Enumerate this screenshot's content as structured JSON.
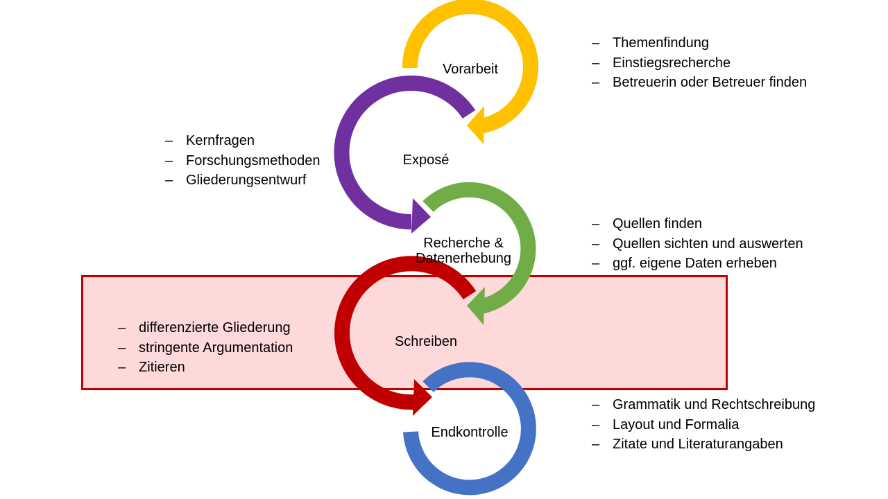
{
  "colors": {
    "vorarbeit": "#ffc000",
    "expose": "#7030a0",
    "recherche": "#70ad47",
    "schreiben": "#c00000",
    "endkontrolle": "#4472c4",
    "highlight_fill": "#fdd9da",
    "highlight_border": "#c00000"
  },
  "stages": [
    {
      "label_lines": [
        "Vorarbeit"
      ],
      "color": "#ffc000"
    },
    {
      "label_lines": [
        "Exposé"
      ],
      "color": "#7030a0"
    },
    {
      "label_lines": [
        "Recherche &",
        "Datenerhebung"
      ],
      "color": "#70ad47"
    },
    {
      "label_lines": [
        "Schreiben"
      ],
      "color": "#c00000"
    },
    {
      "label_lines": [
        "Endkontrolle"
      ],
      "color": "#4472c4"
    }
  ],
  "notes": {
    "vorarbeit": [
      "Themenfindung",
      "Einstiegsrecherche",
      "Betreuerin oder Betreuer finden"
    ],
    "expose": [
      "Kernfragen",
      "Forschungsmethoden",
      "Gliederungsentwurf"
    ],
    "recherche": [
      "Quellen finden",
      "Quellen sichten und auswerten",
      "ggf. eigene Daten erheben"
    ],
    "schreiben": [
      "differenzierte Gliederung",
      "stringente Argumentation",
      "Zitieren"
    ],
    "endkontrolle": [
      "Grammatik und Rechtschreibung",
      "Layout und Formalia",
      "Zitate und Literaturangaben"
    ]
  }
}
